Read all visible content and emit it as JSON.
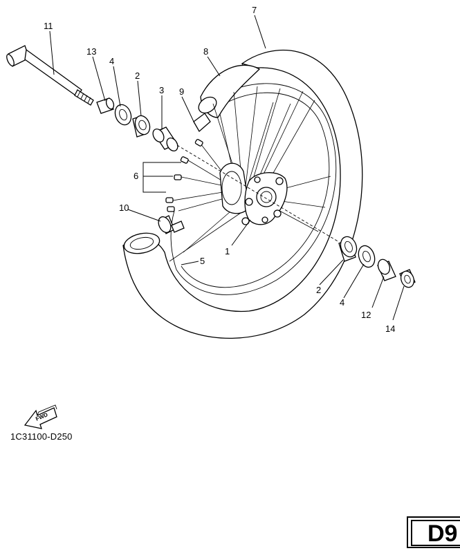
{
  "callouts": {
    "c1": "1",
    "c2a": "2",
    "c2b": "2",
    "c3": "3",
    "c4a": "4",
    "c4b": "4",
    "c5": "5",
    "c6": "6",
    "c7": "7",
    "c8": "8",
    "c9": "9",
    "c10": "10",
    "c11": "11",
    "c12": "12",
    "c13": "13",
    "c14": "14"
  },
  "fwd_arrow_label": "FWD",
  "diagram_code": "1C31100-D250",
  "page_code": "D9"
}
